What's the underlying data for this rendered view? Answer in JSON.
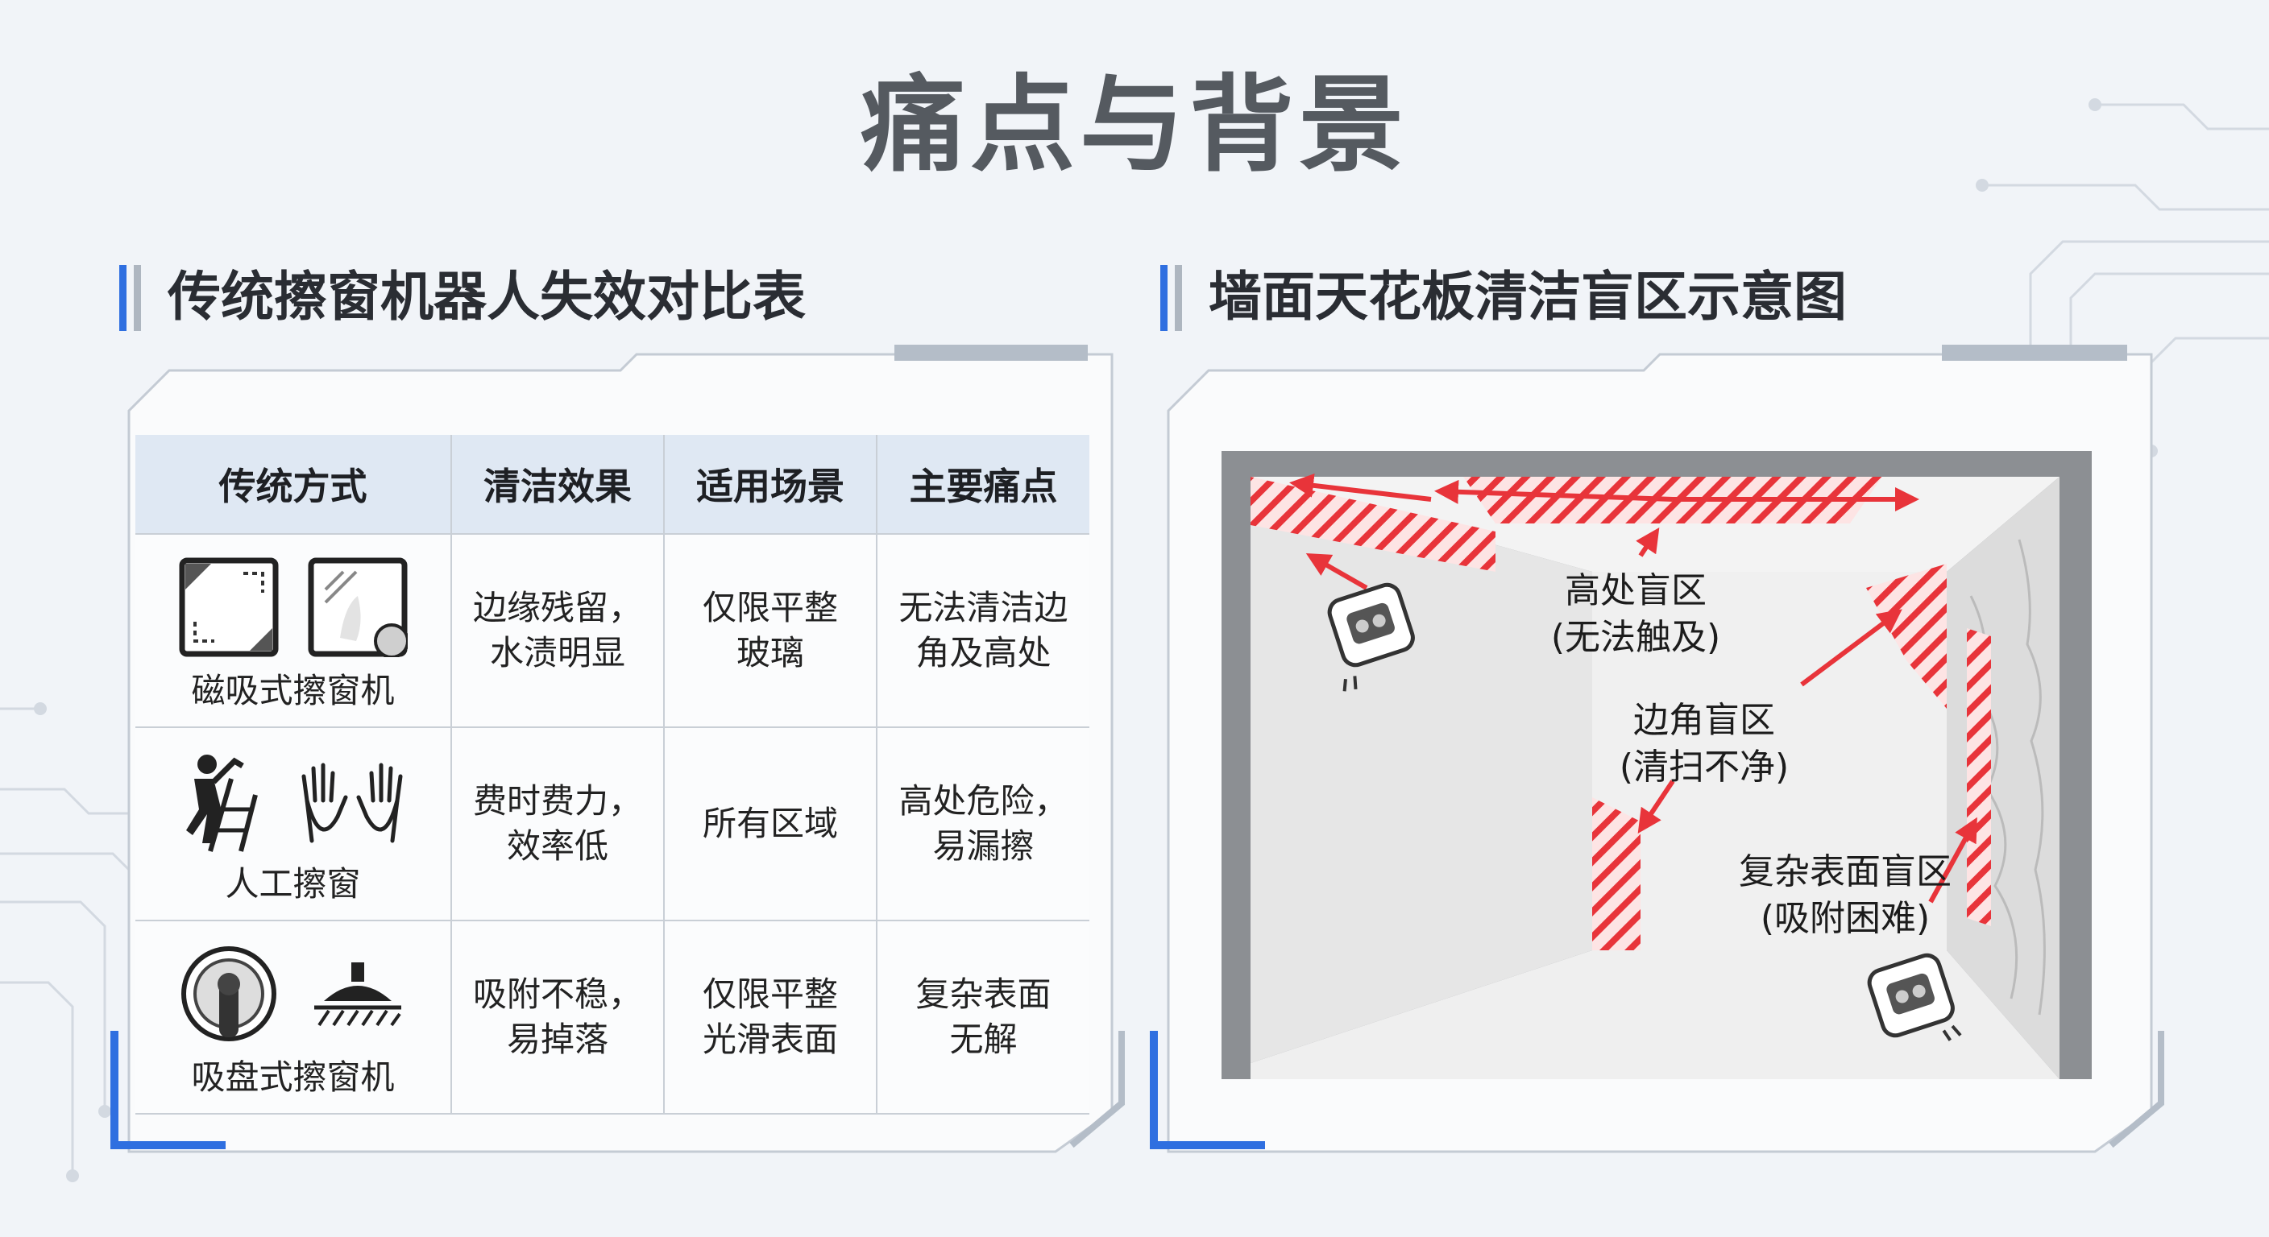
{
  "page": {
    "title": "痛点与背景"
  },
  "left_panel": {
    "title": "传统擦窗机器人失效对比表",
    "table": {
      "headers": [
        "传统方式",
        "清洁效果",
        "适用场景",
        "主要痛点"
      ],
      "rows": [
        {
          "method": "磁吸式擦窗机",
          "icons": [
            "window-frame-icon",
            "glass-pane-icon"
          ],
          "effect": "边缘残留，\n水渍明显",
          "scene": "仅限平整\n玻璃",
          "pain": "无法清洁边\n角及高处"
        },
        {
          "method": "人工擦窗",
          "icons": [
            "ladder-worker-icon",
            "hands-icon"
          ],
          "effect": "费时费力，\n效率低",
          "scene": "所有区域",
          "pain": "高处危险，\n易漏擦"
        },
        {
          "method": "吸盘式擦窗机",
          "icons": [
            "suction-cup-icon",
            "suction-pad-icon"
          ],
          "effect": "吸附不稳，\n易掉落",
          "scene": "仅限平整\n光滑表面",
          "pain": "复杂表面\n无解"
        }
      ]
    }
  },
  "right_panel": {
    "title": "墙面天花板清洁盲区示意图",
    "labels": {
      "high": "高处盲区\n(无法触及)",
      "corner": "边角盲区\n(清扫不净)",
      "complex": "复杂表面盲区\n(吸附困难)"
    }
  },
  "colors": {
    "accent": "#2f6fe0",
    "danger": "#e8343a",
    "header_bg": "#dfe8f3",
    "title": "#555a60"
  }
}
